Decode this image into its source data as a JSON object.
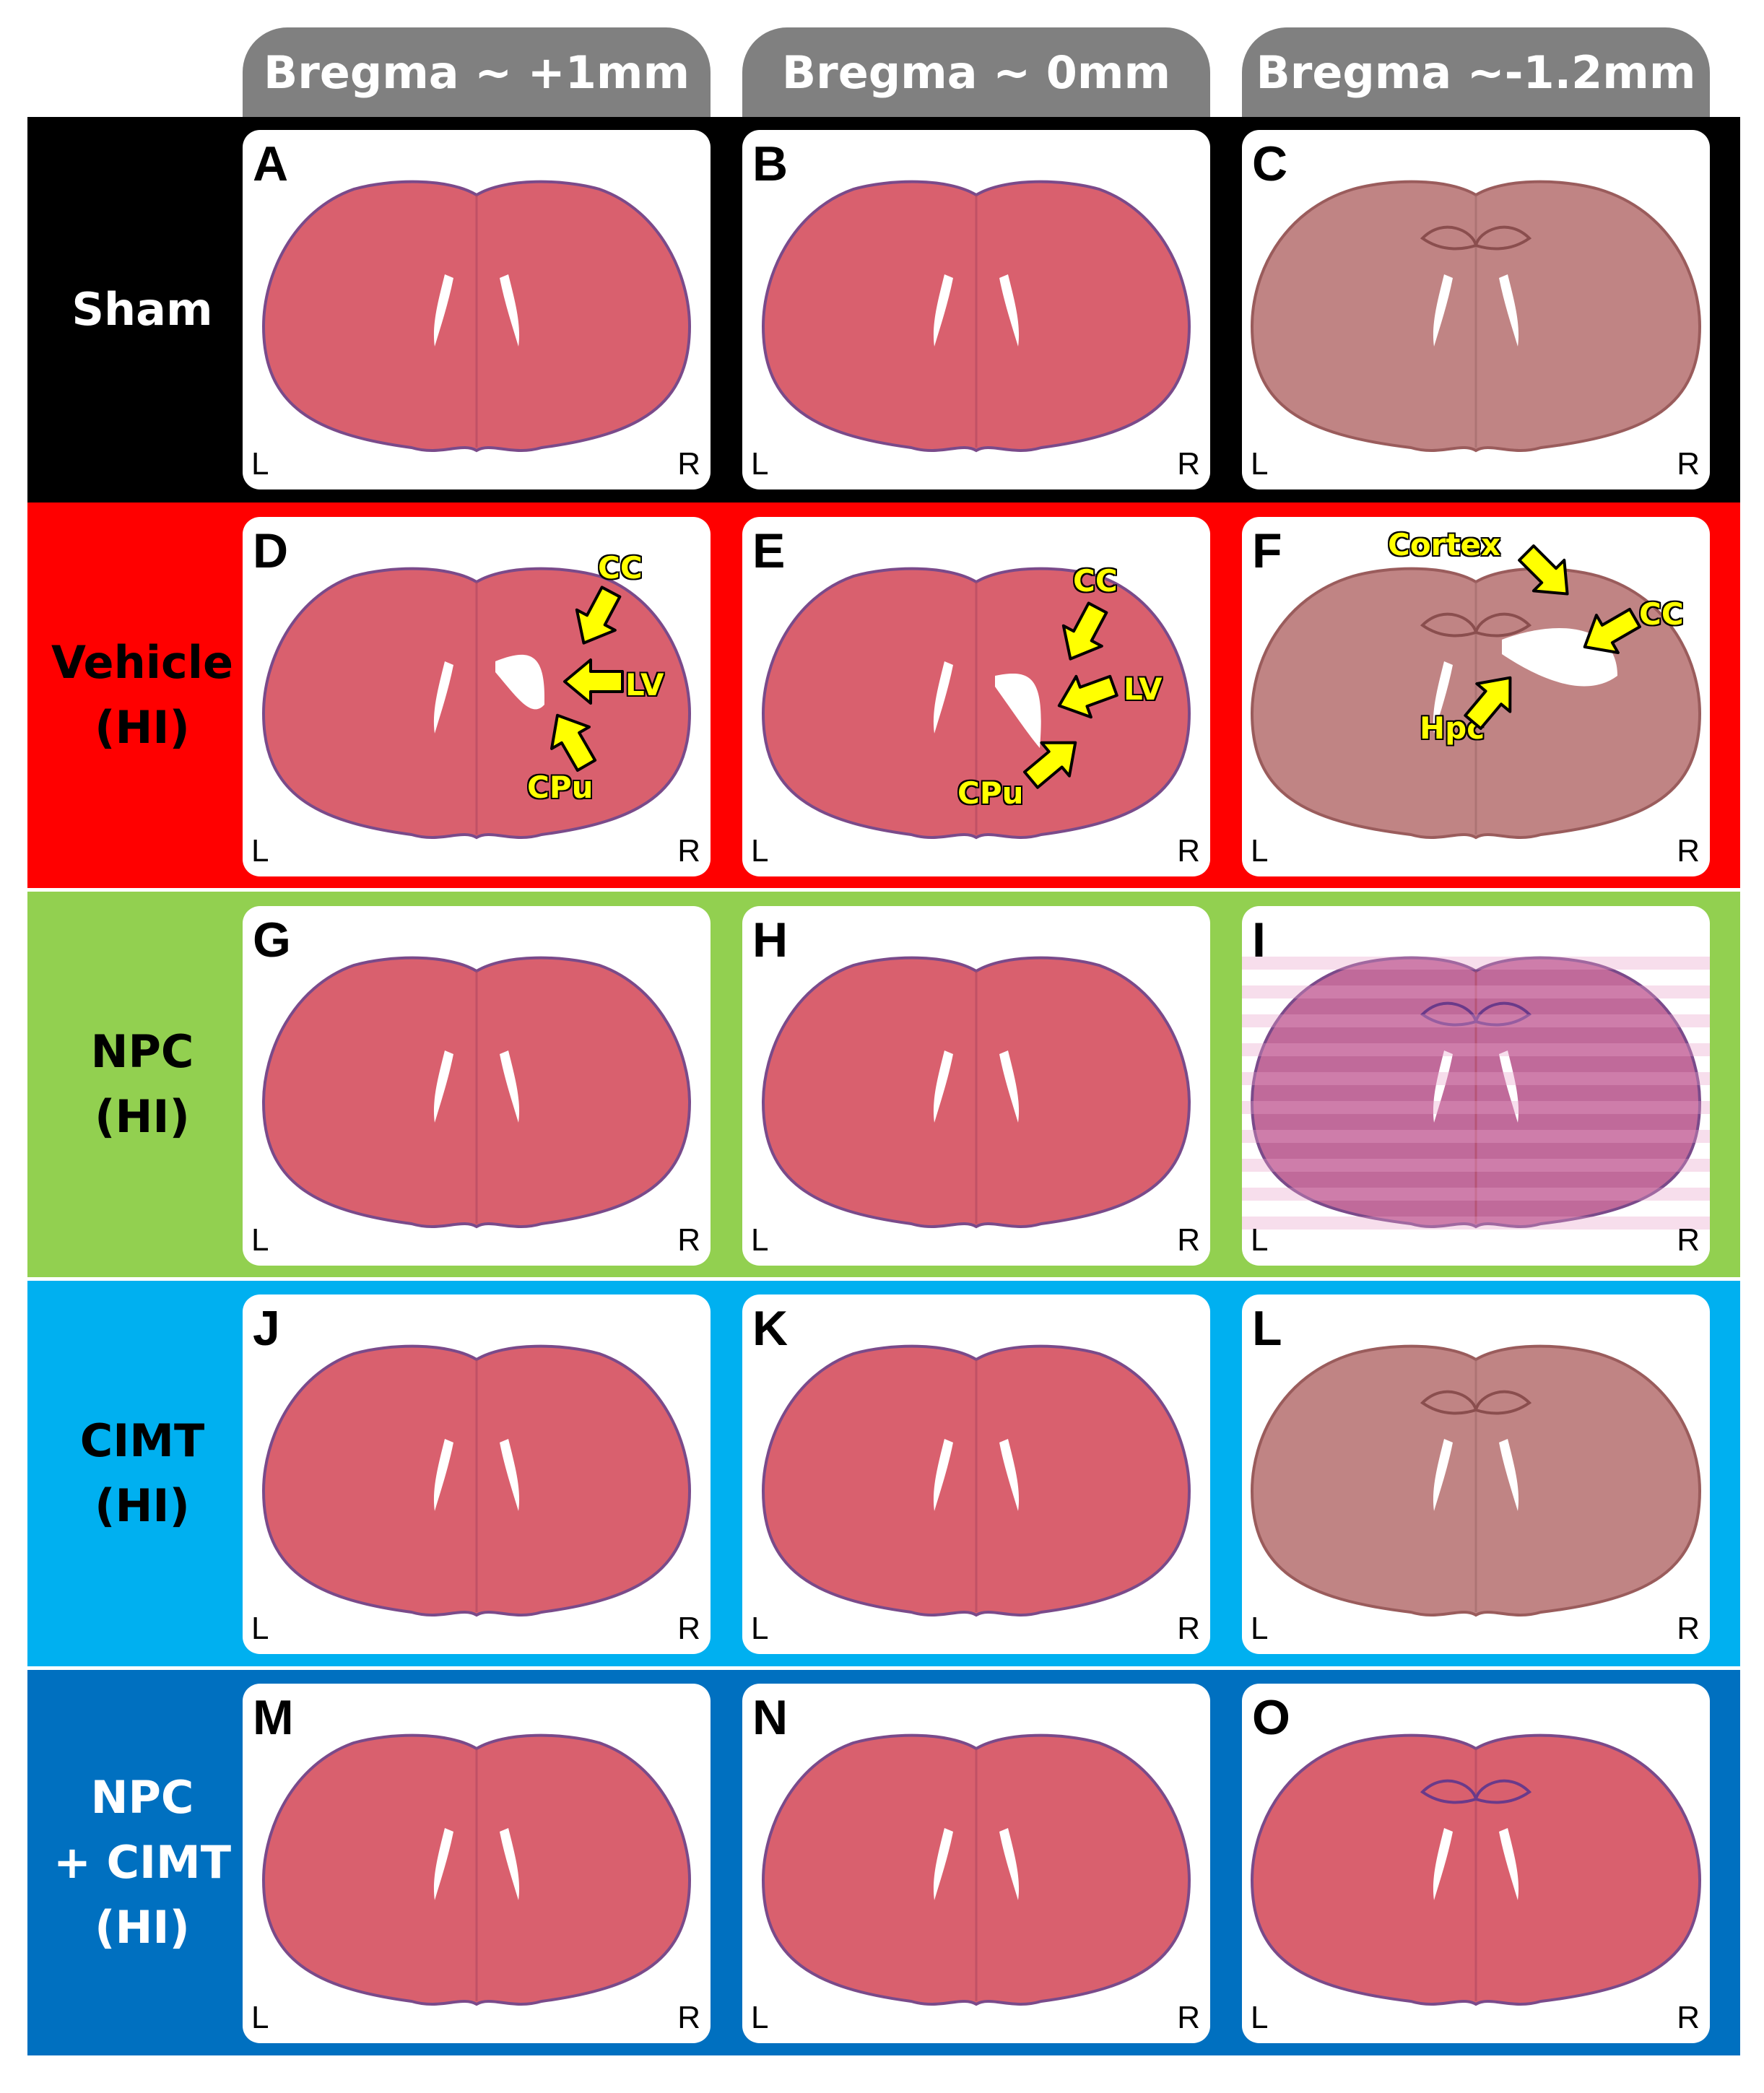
{
  "columns": [
    "Bregma ~ +1mm",
    "Bregma  ~ 0mm",
    "Bregma ~-1.2mm"
  ],
  "rows": [
    {
      "label_lines": [
        "Sham"
      ],
      "band_color": "#000000",
      "text_color": "#ffffff",
      "panels": [
        "A",
        "B",
        "C"
      ]
    },
    {
      "label_lines": [
        "Vehicle",
        "(HI)"
      ],
      "band_color": "#ff0000",
      "text_color": "#000000",
      "panels": [
        "D",
        "E",
        "F"
      ]
    },
    {
      "label_lines": [
        "NPC",
        "(HI)"
      ],
      "band_color": "#92d050",
      "text_color": "#000000",
      "panels": [
        "G",
        "H",
        "I"
      ]
    },
    {
      "label_lines": [
        "CIMT",
        "(HI)"
      ],
      "band_color": "#00b0f0",
      "text_color": "#000000",
      "panels": [
        "J",
        "K",
        "L"
      ]
    },
    {
      "label_lines": [
        "NPC",
        "+ CIMT",
        "(HI)"
      ],
      "band_color": "#0070c0",
      "text_color": "#ffffff",
      "panels": [
        "M",
        "N",
        "O"
      ]
    }
  ],
  "side_labels": {
    "left": "L",
    "right": "R"
  },
  "annotations": {
    "cc": "CC",
    "lv": "LV",
    "cpu": "CPu",
    "cortex": "Cortex",
    "hpc": "Hpc"
  },
  "colors": {
    "tab_gray": "#808080",
    "tissue_pink": "#d9606e",
    "tissue_brown": "#c08484",
    "tissue_purple": "#c06a9a",
    "arrow_yellow": "#ffff00"
  }
}
